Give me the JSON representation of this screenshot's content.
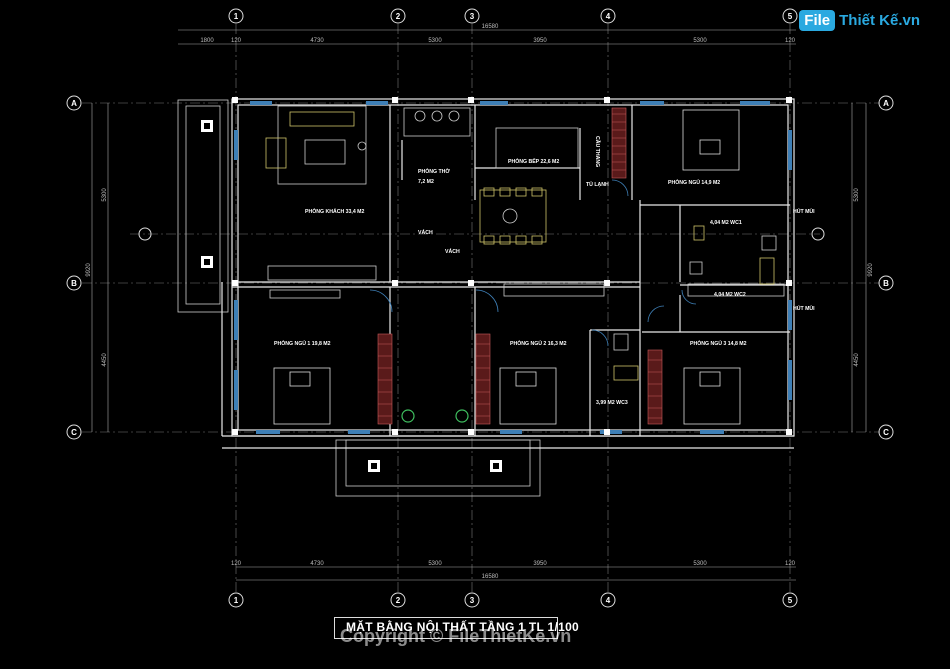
{
  "logo": {
    "file": "File",
    "rest": "Thiết Kế.vn"
  },
  "title": "MẶT BẰNG NỘI THẤT TẦNG 1 TL 1/100",
  "watermark": "Copyright © FileThietKe.vn",
  "axes_x": [
    "1",
    "2",
    "3",
    "4",
    "5"
  ],
  "axes_y": [
    "A",
    "B",
    "C"
  ],
  "dims": {
    "top": [
      "1800",
      "4730",
      "5300",
      "3950",
      "5300"
    ],
    "top_total": "16580",
    "bottom": [
      "4730",
      "5300",
      "3950",
      "5300"
    ],
    "bottom_total": "16580",
    "small": "120",
    "left_upper": "5300",
    "left_lower": "4450",
    "left_total": "9920",
    "right_upper": "5300",
    "right_lower": "4450",
    "right_total": "9920"
  },
  "rooms": {
    "khach": "PHÒNG KHÁCH 33,4 M2",
    "tho": "PHÒNG THỜ",
    "tho_area": "7,2 M2",
    "bep": "PHÒNG BẾP 22,6 M2",
    "ngu_top": "PHÒNG NGỦ 14,9 M2",
    "ngu1": "PHÒNG NGỦ 1 19,8 M2",
    "ngu2": "PHÒNG NGỦ 2 16,3 M2",
    "ngu3": "PHÒNG NGỦ 3 14,8 M2",
    "wc1": "4,04 M2 WC1",
    "wc2": "4,04 M2 WC2",
    "wc3": "3,99 M2 WC3",
    "vach1": "VÁCH",
    "vach2": "VÁCH",
    "cau_thang": "CẦU THANG",
    "tu_lanh": "TỦ LẠNH",
    "hut_mui1": "HÚT MÙI",
    "hut_mui2": "HÚT MÙI"
  }
}
